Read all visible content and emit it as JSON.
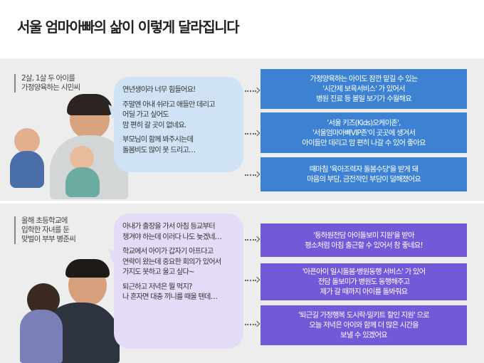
{
  "title": "서울 엄마아빠의 삶이 이렇게 달라집니다",
  "section1": {
    "label": [
      "2살, 1살 두 아이를",
      "가정양육하는 시민씨"
    ],
    "bubble": [
      [
        "연년생이라 너무 힘들어요!"
      ],
      [
        "주말엔 아내 쉬라고 애들만 데리고",
        "어딜 가고 싶어도",
        "맘 편히 갈 곳이 없네요."
      ],
      [
        "부모님이 함께 봐주시는데",
        "돌봄비도 많이 못 드리고…"
      ]
    ],
    "cards": [
      [
        "가정양육하는 아이도 잠깐 맡길 수 있는",
        "'시간제 보육서비스' 가 있어서",
        "병원 진료 등 볼일 보기가 수월해요"
      ],
      [
        "'서울 키즈(Kids)오케이존',",
        "'서울엄마아빠VIP존'이 곳곳에 생겨서",
        "아이들만 데리고 맘 편히 나갈 수 있어 좋아요"
      ],
      [
        "때마침 '육아조력자 돌봄수당'을 받게 돼",
        "마음의 부담, 금전적인 부담이 덜해졌어요"
      ]
    ]
  },
  "section2": {
    "label": [
      "올해 초등학교에",
      "입학한 자녀를 둔",
      "맞벌이 부부 병준씨"
    ],
    "bubble": [
      [
        "아내가 출장을 가서 아침 등교부터",
        "챙겨야 하는데 이러다 나도 늦겠네…"
      ],
      [
        "학교에서 아이가 갑자기 아프다고",
        "연락이 왔는데 중요한 회의가 있어서",
        "가지도 못하고 울고 싶다~"
      ],
      [
        "퇴근하고 저녁은 뭘 먹지?",
        "나 혼자면 대충 끼니를 때울 텐데…"
      ]
    ],
    "cards": [
      [
        "'등하원전담 아이돌보미 지원'을 받아",
        "평소처럼 아침 출근할 수 있어서 참 좋네요!"
      ],
      [
        "'아픈아이 일시돌봄·병원동행 서비스' 가 있어",
        "전담 돌보미가 병원도 동행해주고",
        "제가 갈 때까지 아이를 돌봐줘요"
      ],
      [
        "'퇴근길 가정행복 도시락·밀키트 할인 지원' 으로",
        "오늘 저녁은 아이와 함께 더 많은 시간을",
        "보낼 수 있겠어요"
      ]
    ]
  }
}
